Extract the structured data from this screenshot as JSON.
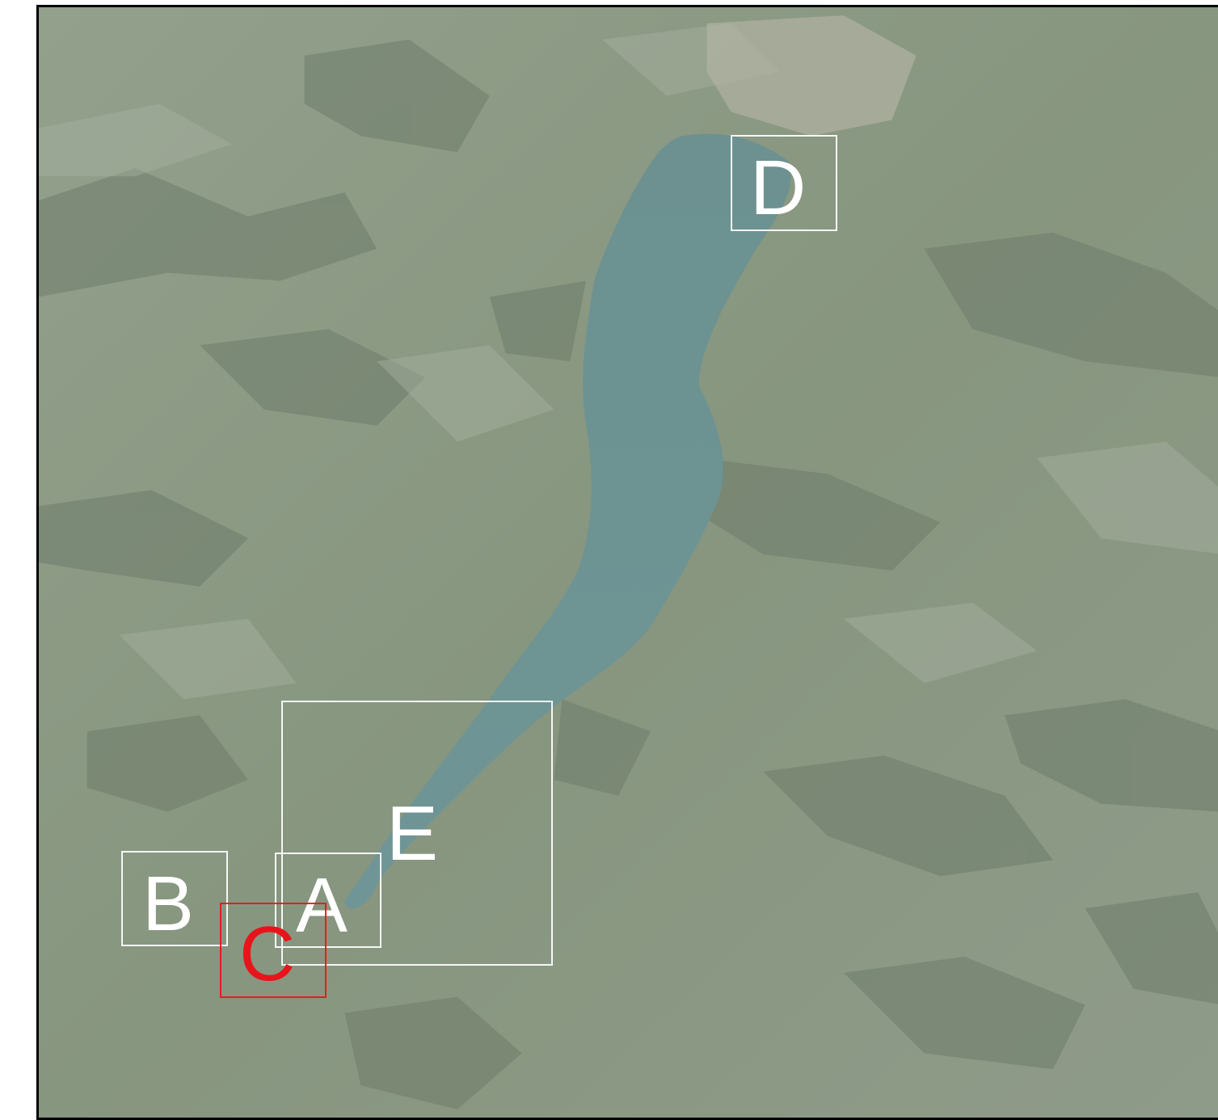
{
  "map": {
    "type": "aerial imagery with study-area boxes",
    "frame_color": "#000000",
    "lake_color": "#6f9293",
    "terrain_colors": [
      "#8c9a85",
      "#7d8c78",
      "#9aa693",
      "#6e7d6a"
    ]
  },
  "areas": [
    {
      "id": "D",
      "label": "D",
      "color": "#ffffff"
    },
    {
      "id": "E",
      "label": "E",
      "color": "#ffffff"
    },
    {
      "id": "A",
      "label": "A",
      "color": "#ffffff"
    },
    {
      "id": "B",
      "label": "B",
      "color": "#ffffff"
    },
    {
      "id": "C",
      "label": "C",
      "color": "#e8141c"
    }
  ]
}
